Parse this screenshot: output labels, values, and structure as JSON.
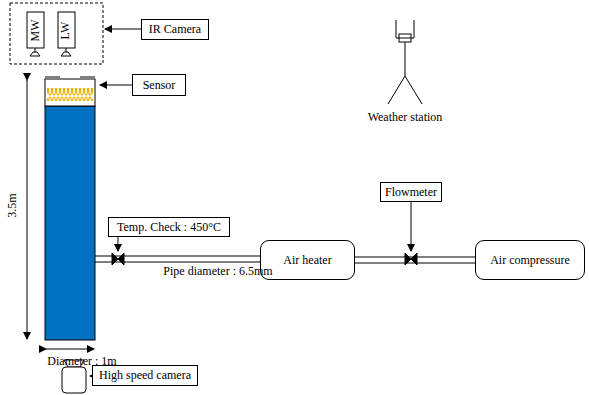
{
  "diagram": {
    "nodes": [
      {
        "text": [
          "IR Camera"
        ]
      },
      {
        "text": [
          "Sensor"
        ]
      },
      {
        "text": [
          "Temp. Check : 450°C"
        ]
      },
      {
        "text": [
          "Flowmeter"
        ]
      },
      {
        "text": [
          "Air heater"
        ]
      },
      {
        "text": [
          "Air compressure"
        ]
      },
      {
        "text": [
          "High speed camera"
        ]
      }
    ],
    "edges": [
      {
        "from": 4,
        "to": 5,
        "arrow": "none"
      }
    ],
    "labels": [
      "MW",
      "LW",
      "Weather station",
      "3.5m",
      "Diameter : 1m",
      "Pipe diameter : 6.5mm"
    ]
  }
}
